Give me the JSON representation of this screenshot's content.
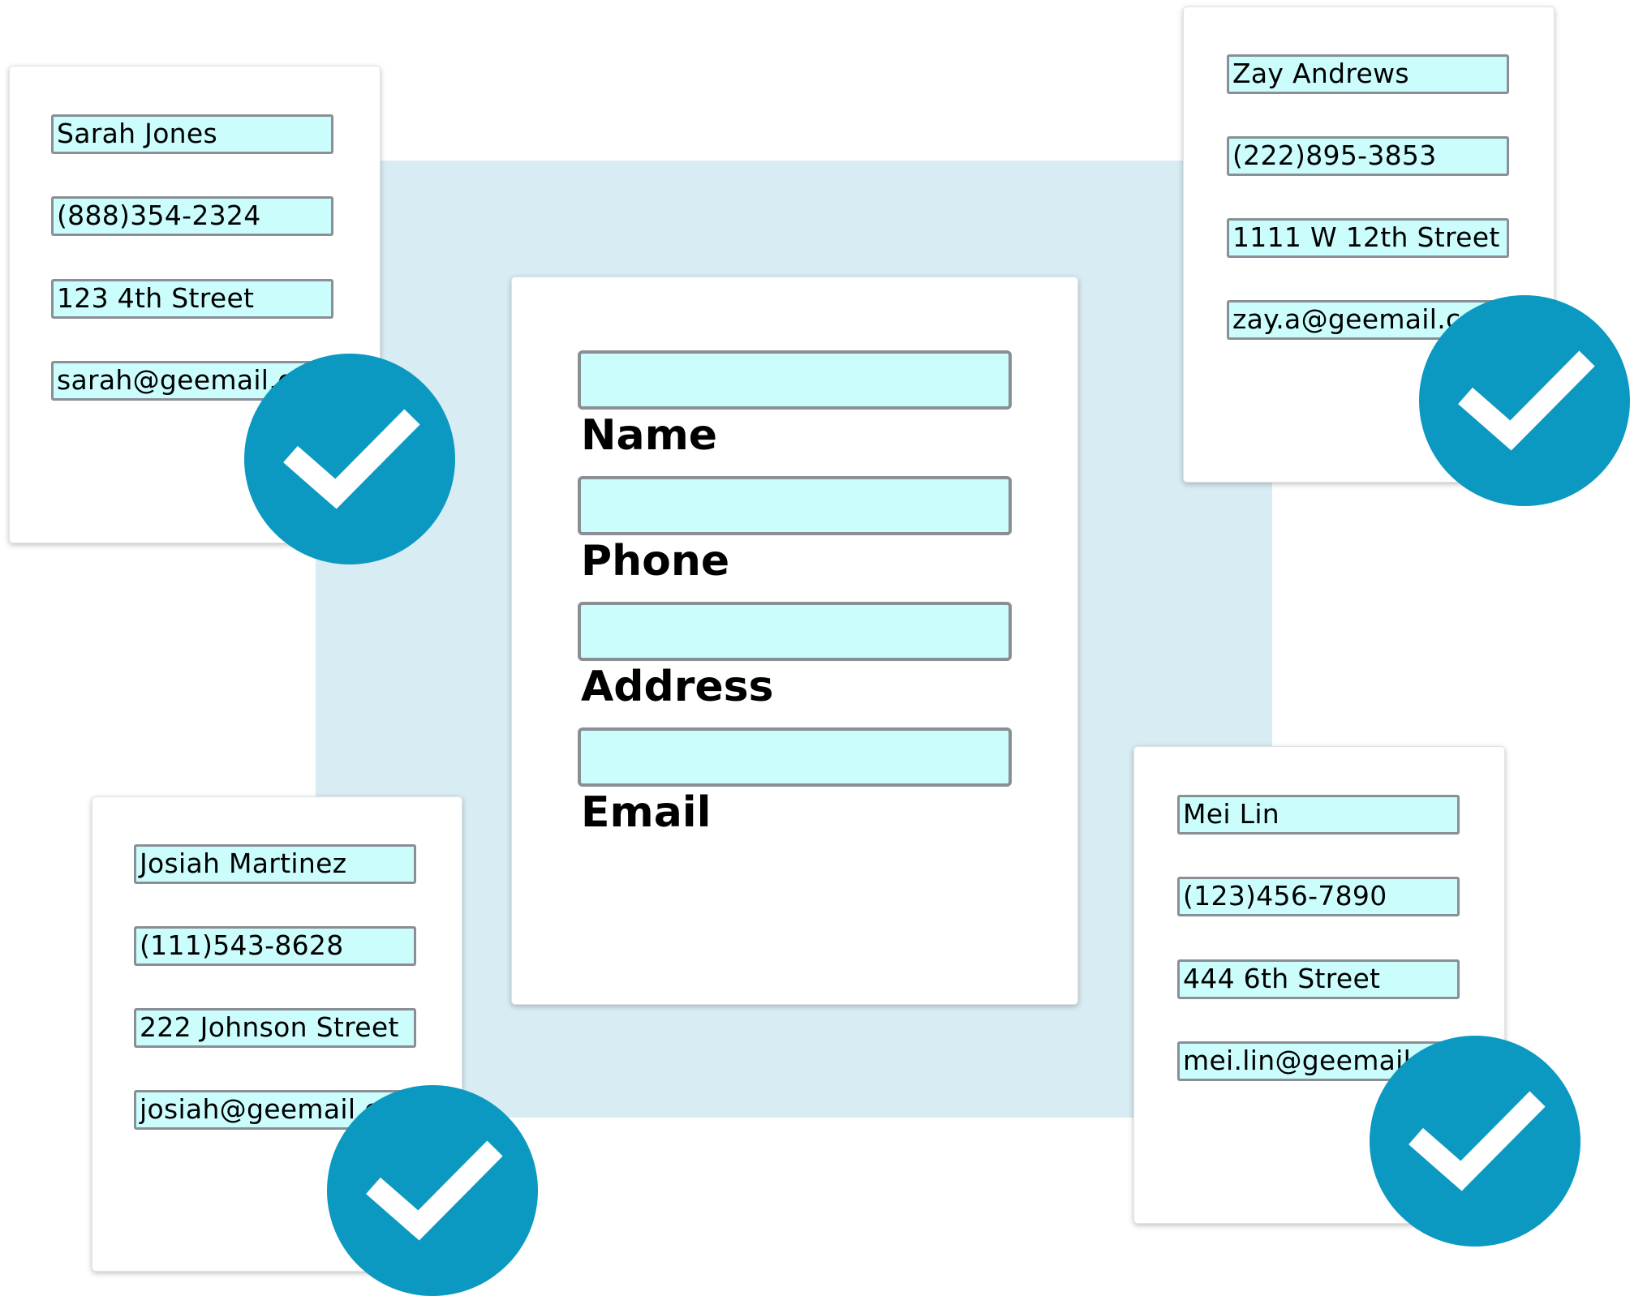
{
  "main_form": {
    "labels": [
      "Name",
      "Phone",
      "Address",
      "Email"
    ]
  },
  "cards": [
    {
      "name": "Sarah Jones",
      "phone": "(888)354-2324",
      "address": "123 4th Street",
      "email": "sarah@geemail.c"
    },
    {
      "name": "Zay Andrews",
      "phone": "(222)895-3853",
      "address": "1111 W 12th Street",
      "email": "zay.a@geemail.c"
    },
    {
      "name": "Josiah Martinez",
      "phone": "(111)543-8628",
      "address": "222 Johnson Street",
      "email": "josiah@geemail.c"
    },
    {
      "name": "Mei Lin",
      "phone": "(123)456-7890",
      "address": "444 6th Street",
      "email": "mei.lin@geemail"
    }
  ],
  "colors": {
    "backdrop": "#d8ecf3",
    "field_fill": "#ccfdfd",
    "field_border": "#898f94",
    "check_badge": "#0c99c1"
  },
  "icons": [
    "check-icon"
  ]
}
